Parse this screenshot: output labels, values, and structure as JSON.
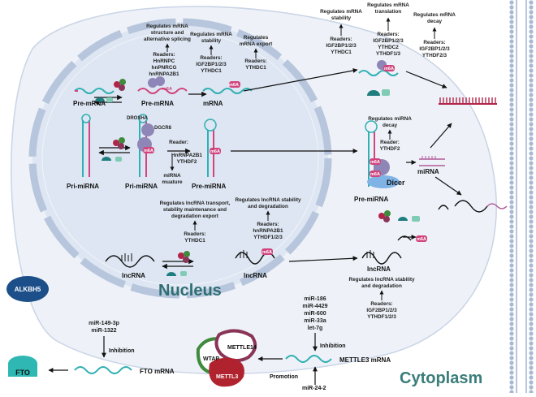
{
  "labels": {
    "nucleus": "Nucleus",
    "cytoplasm": "Cytoplasm",
    "pre_mrna_1": "Pre-mRNA",
    "pre_mrna_2": "Pre-mRNA",
    "mrna": "mRNA",
    "pri_mirna_1": "Pri-miRNA",
    "pri_mirna_2": "Pri-miRNA",
    "pre_mirna_nuc": "Pre-miRNA",
    "pre_mirna_cyto": "Pre-miRNA",
    "mirna": "miRNA",
    "lncrna_1": "lncRNA",
    "lncrna_2": "lncRNA",
    "lncrna_cyto": "lncRNA",
    "drosha": "DROSHA",
    "dgcr8": "DGCR8",
    "dicer": "Dicer",
    "m6a": "m6A",
    "alkbh5": "ALKBH5",
    "fto": "FTO",
    "fto_mrna": "FTO mRNA",
    "mettl3_mrna": "METTLE3 mRNA",
    "wtap": "WTAP",
    "mettl14": "METTLE14",
    "mettl3": "METTL3",
    "inhibition_1": "Inhibition",
    "inhibition_2": "Inhibition",
    "promotion": "Promotion",
    "mir_24": "miR-24-2"
  },
  "annotations": {
    "splicing": [
      "Regulates mRNA",
      "structure and",
      "alternative splicing"
    ],
    "splicing_readers": [
      "Readers:",
      "HnRNPC",
      "hnPNRCG",
      "hnRNPA2B1"
    ],
    "stability_nuc": [
      "Regulates mRNA",
      "stability"
    ],
    "stability_nuc_readers": [
      "Readers:",
      "IGF2BP1/2/3",
      "YTHDC1"
    ],
    "export": [
      "Regulates",
      "mRNA export"
    ],
    "export_readers": [
      "Readers:",
      "YTHDC1"
    ],
    "cyto_stability": [
      "Regulates mRNA",
      "stability"
    ],
    "cyto_stability_readers": [
      "Readers:",
      "IGF2BP1/2/3",
      "YTHDC1"
    ],
    "translation": [
      "Regulates mRNA",
      "translation"
    ],
    "translation_readers": [
      "Readers:",
      "IGF2BP1/2/3",
      "YTHDC2",
      "YTHDF1/3"
    ],
    "decay": [
      "Regulates mRNA",
      "decay"
    ],
    "decay_readers": [
      "Readers:",
      "IGF2BP1/2/3",
      "YTHDF2/3"
    ],
    "pri_reader": [
      "Reader:",
      "HnRNPA2B1",
      "YTHDF2"
    ],
    "mirna_maturation": [
      "miRNA",
      "muature"
    ],
    "mirna_decay": [
      "Regulates miRNA",
      "decay"
    ],
    "mirna_decay_reader": [
      "Reader:",
      "YTHDF2"
    ],
    "lnc_transport": [
      "Regulates lncRNA transport,",
      "stability maintenance and",
      "degradation export"
    ],
    "lnc_transport_readers": [
      "Readers:",
      "YTHDC1"
    ],
    "lnc_stability": [
      "Regulates lncRNA stability",
      "and degradation"
    ],
    "lnc_stability_readers": [
      "Readers:",
      "hnRNPA2B1",
      "YTHDF1/2/3"
    ],
    "lnc_cyto": [
      "Regulates lncRNA stability",
      "and degradation"
    ],
    "lnc_cyto_readers": [
      "Readers:",
      "IGF2BP1/2/3",
      "YTHDF1/2/3"
    ],
    "fto_mirs": [
      "miR-149-3p",
      "miR-1322"
    ],
    "mettl3_mirs": [
      "miR-186",
      "miR-4429",
      "miR-600",
      "miR-33a",
      "let-7g"
    ]
  },
  "colors": {
    "cell": "#eef2f8",
    "nucleus": "#dfe7f3",
    "envelope": "#b7c6dc",
    "nucleus_text": "#2f6f73",
    "cytoplasm_text": "#3a7d7a",
    "rna": "#2fb0b3",
    "rna_pink": "#d1447d",
    "protein_purple": "#8f86b8",
    "protein_teal": "#1f7d7f",
    "alkbh5": "#1c4f8a",
    "fto": "#2fb8b3",
    "wtap": "#3f8a3c",
    "mettl14": "#8a3558",
    "mettl3": "#b0232e"
  },
  "icons": [
    "methyl-group-icon",
    "reader-protein-icon",
    "ribosome-icon",
    "membrane-icon"
  ]
}
